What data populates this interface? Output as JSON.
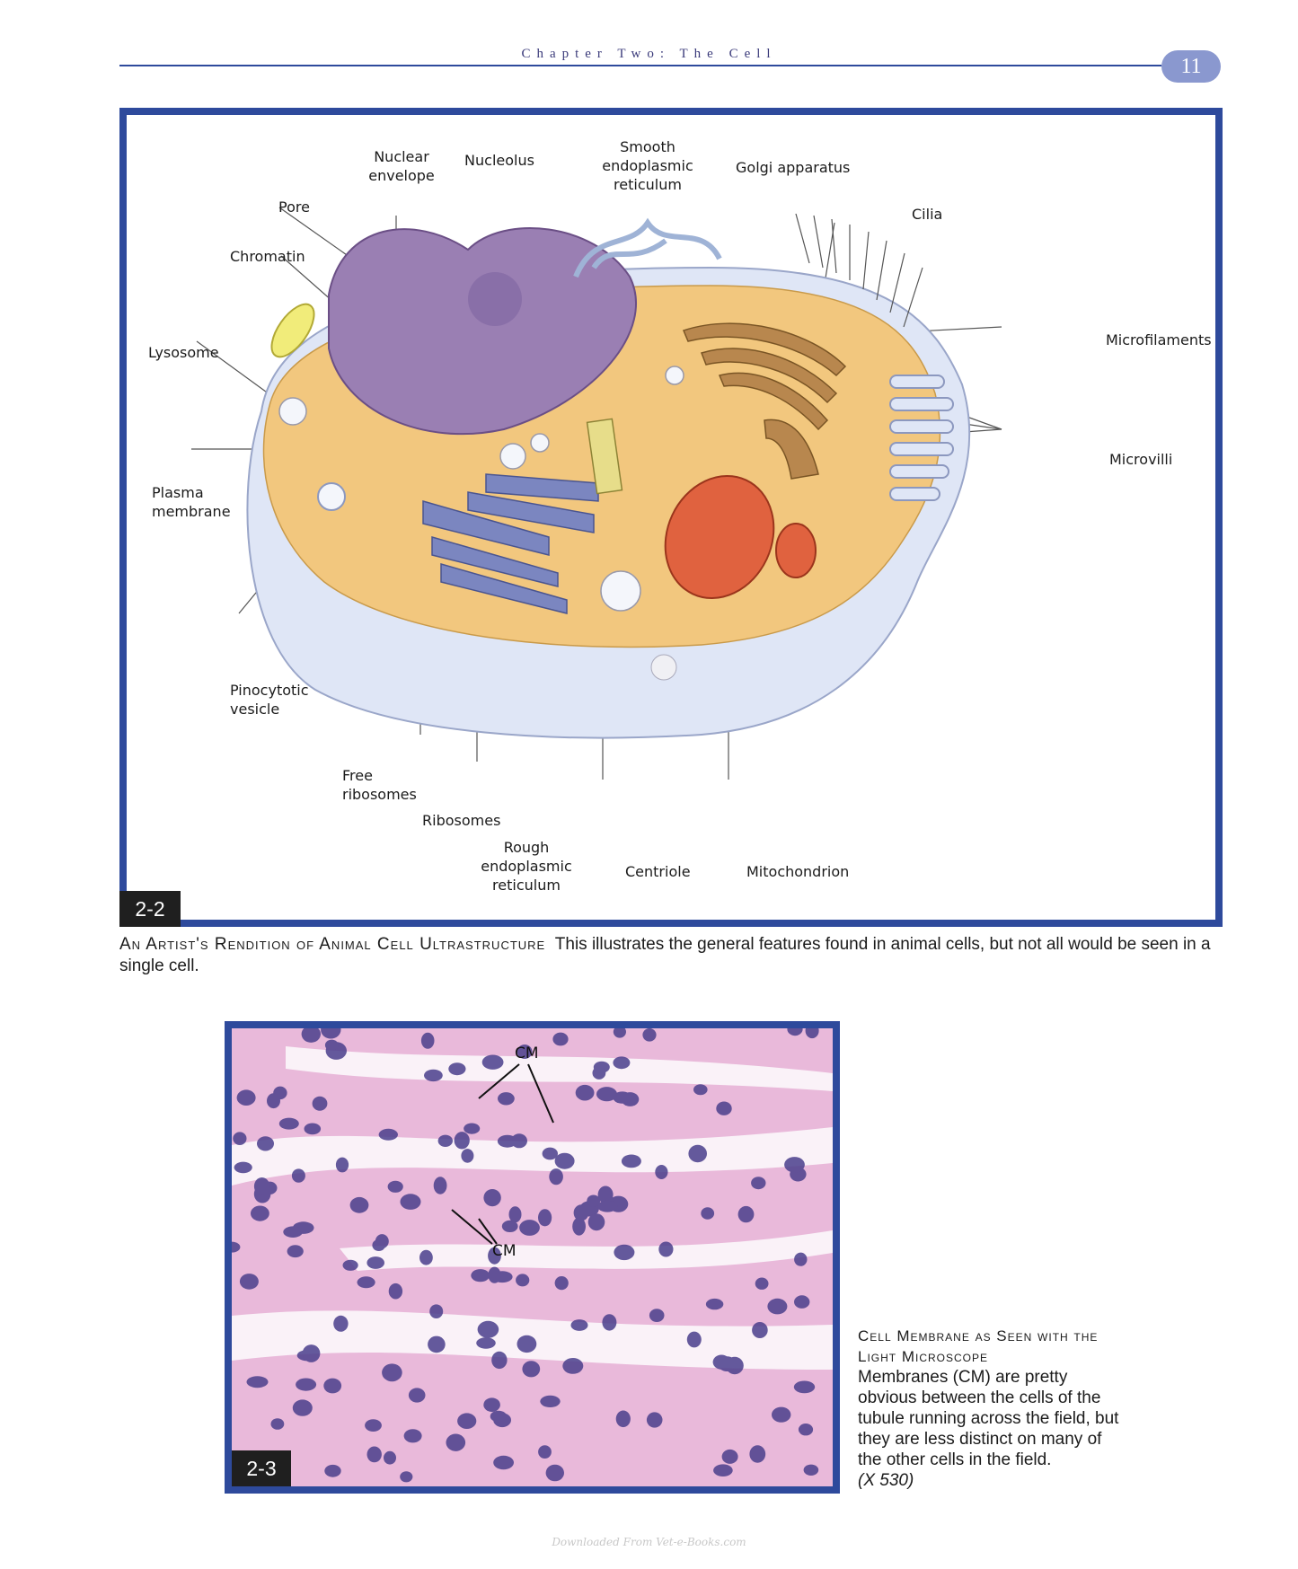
{
  "header": {
    "chapter_title": "Chapter Two: The Cell",
    "page_number": "11"
  },
  "figure_2_2": {
    "label": "2-2",
    "labels": {
      "nuclear_envelope": "Nuclear\nenvelope",
      "nucleolus": "Nucleolus",
      "smooth_er": "Smooth\nendoplasmic\nreticulum",
      "golgi": "Golgi apparatus",
      "cilia": "Cilia",
      "pore": "Pore",
      "chromatin": "Chromatin",
      "lysosome": "Lysosome",
      "microfilaments": "Microfilaments",
      "microvilli": "Microvilli",
      "plasma_membrane": "Plasma\nmembrane",
      "pinocytotic_vesicle": "Pinocytotic\nvesicle",
      "free_ribosomes": "Free\nribosomes",
      "ribosomes": "Ribosomes",
      "rough_er": "Rough\nendoplasmic\nreticulum",
      "centriole": "Centriole",
      "mitochondrion": "Mitochondrion"
    },
    "caption_title": "An Artist's Rendition of Animal Cell Ultrastructure",
    "caption_text": "This illustrates the general features found in animal cells, but not all would be seen in a single cell."
  },
  "figure_2_3": {
    "label": "2-3",
    "cm_label_top": "CM",
    "cm_label_bottom": "CM",
    "caption_title": "Cell Membrane as Seen with the Light Microscope",
    "caption_text": "Membranes (CM) are pretty obvious between the cells of the tubule running across the field, but they are less distinct on many of the other cells in the field.",
    "magnification": "(X 530)"
  },
  "footer": {
    "watermark": "Downloaded From Vet-e-Books.com"
  },
  "colors": {
    "frame_blue": "#2e4a9c",
    "page_badge": "#8a98cf",
    "cytoplasm": "#f2c77e",
    "nucleus": "#9a7fb3",
    "rough_er": "#7b86c0",
    "mitochondrion": "#e0623f",
    "golgi": "#b8874e",
    "tissue_pink": "#e9b9da",
    "tissue_nuclei": "#4b3f8c"
  }
}
